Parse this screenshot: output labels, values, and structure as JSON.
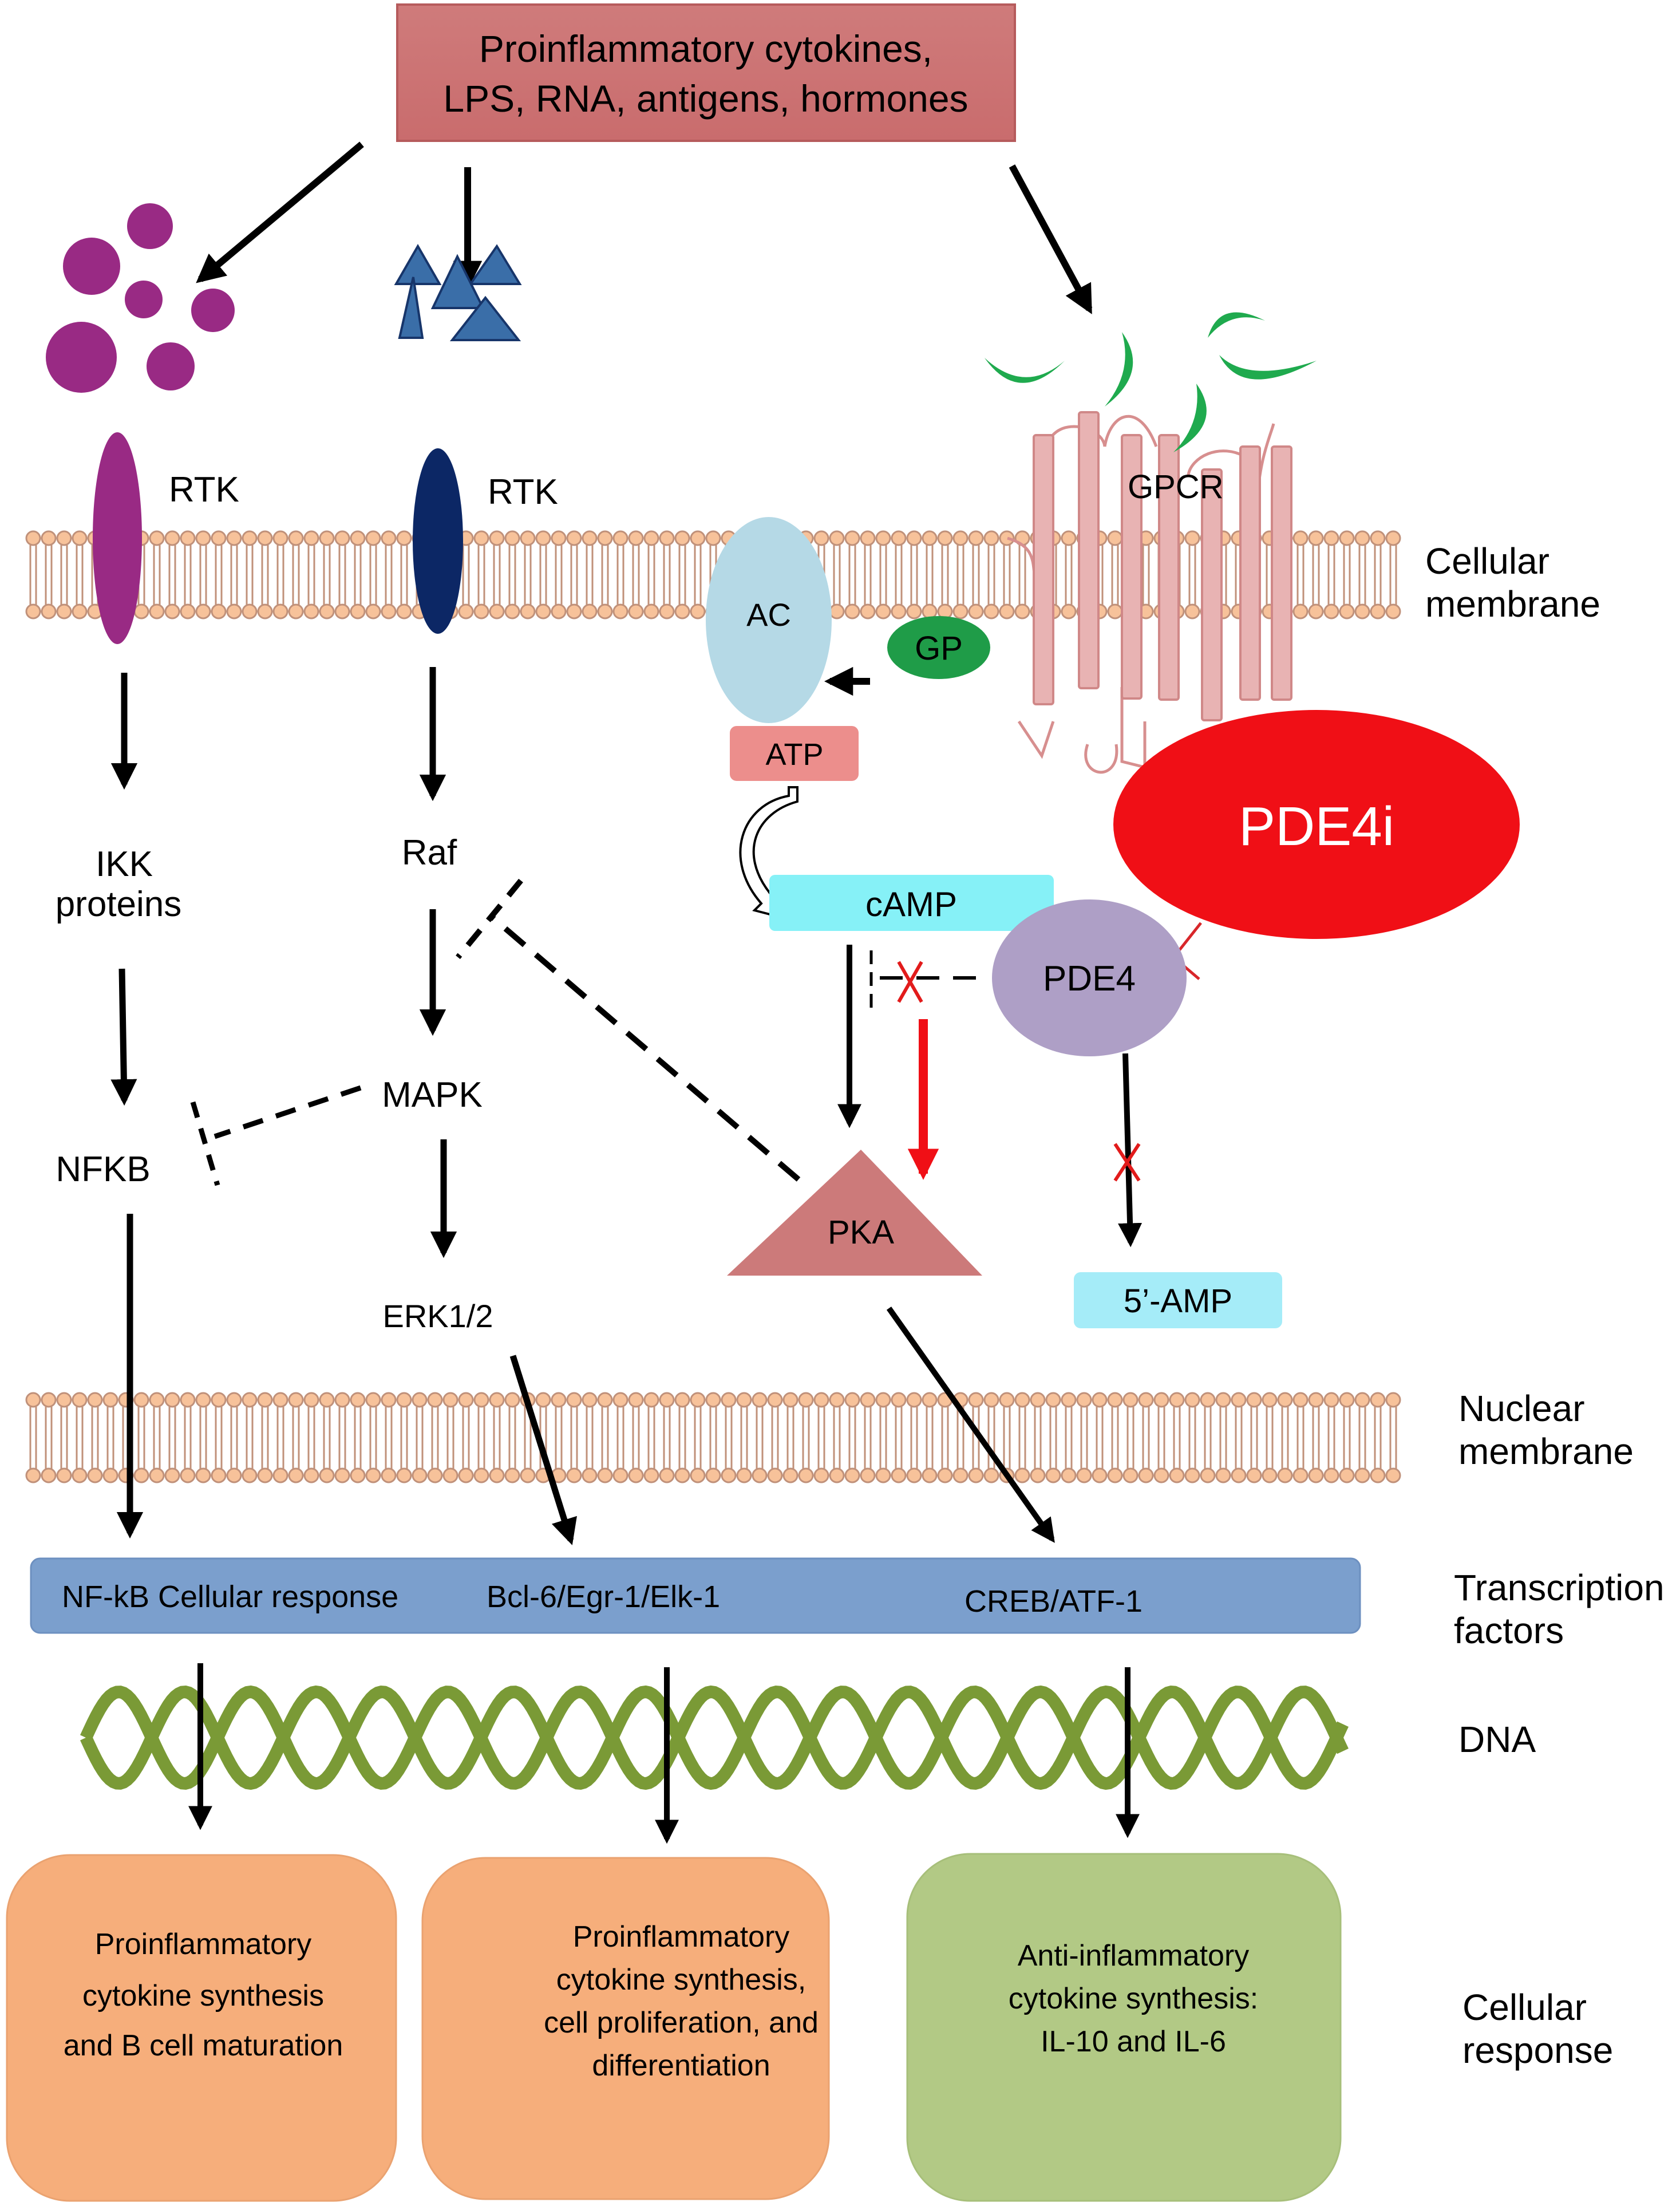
{
  "colors": {
    "stimulus_box": "#cc7374",
    "purple_ligand": "#992a84",
    "blue_ligand": "#3a6ea8",
    "rtk_dark": "#0c2765",
    "gpcr": "#e8b3b3",
    "gpcr_ligand": "#1faa4e",
    "ac": "#b5d9e6",
    "gp": "#1f9c48",
    "atp": "#ec8e8c",
    "camp": "#86f1f7",
    "pde4": "#ae9fc6",
    "pde4i": "#f00f16",
    "pka": "#cc7a7a",
    "amp5": "#a5ecf8",
    "tf_bar": "#7b9fcd",
    "dna": "#7a9a36",
    "response_orange": "#f6ae7b",
    "response_green": "#b2c985",
    "membrane_head": "#f7c29a",
    "membrane_tail": "#c0917a"
  },
  "stimulus": {
    "line1": "Proinflammatory cytokines,",
    "line2": "LPS, RNA, antigens, hormones"
  },
  "receptors": {
    "rtk1": "RTK",
    "rtk2": "RTK",
    "gpcr": "GPCR",
    "ac": "AC",
    "gp": "GP"
  },
  "molecules": {
    "atp": "ATP",
    "camp": "cAMP",
    "pde4": "PDE4",
    "pde4i": "PDE4i",
    "pka": "PKA",
    "amp5": "5’-AMP"
  },
  "pathway": {
    "ikk_line1": "IKK",
    "ikk_line2": "proteins",
    "nfkb": "NFKB",
    "raf": "Raf",
    "mapk": "MAPK",
    "erk": "ERK1/2"
  },
  "transcription_factors": {
    "nfkb_response": "NF-kB Cellular response",
    "bcl6": "Bcl-6/Egr-1/Elk-1",
    "creb": "CREB/ATF-1"
  },
  "side_labels": {
    "cell_membrane": [
      "Cellular",
      "membrane"
    ],
    "nuclear_membrane": [
      "Nuclear",
      "membrane"
    ],
    "tf": [
      "Transcription",
      "factors"
    ],
    "dna": "DNA",
    "cell_response": [
      "Cellular",
      "response"
    ]
  },
  "responses": [
    {
      "lines": [
        "Proinflammatory",
        "cytokine synthesis",
        "and B cell maturation"
      ]
    },
    {
      "lines": [
        "Proinflammatory",
        "cytokine synthesis,",
        "cell proliferation, and",
        "differentiation"
      ]
    },
    {
      "lines": [
        "Anti-inflammatory",
        "cytokine synthesis:",
        "IL-10 and IL-6"
      ]
    }
  ]
}
